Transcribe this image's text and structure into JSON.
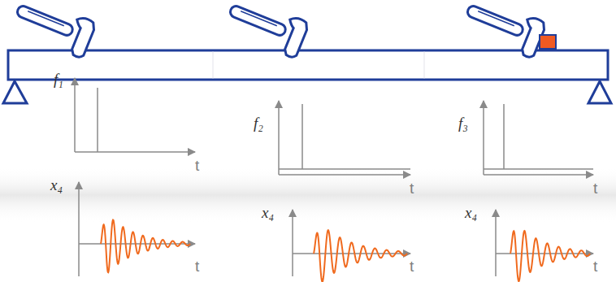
{
  "diagram": {
    "labels": [
      "f₁",
      "t",
      "x₄",
      "t",
      "f₂",
      "t",
      "x₄",
      "t",
      "f₃",
      "t",
      "x₄",
      "t"
    ]
  }
}
